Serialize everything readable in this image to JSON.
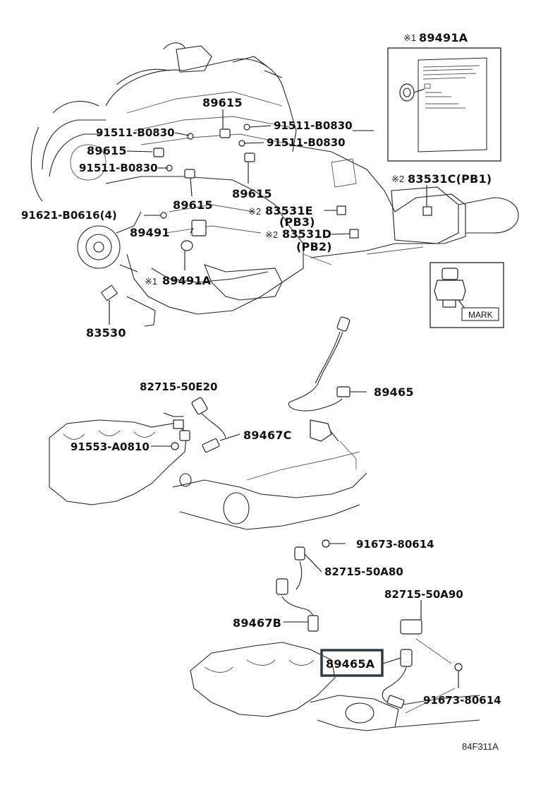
{
  "callouts": {
    "c89491A_box": "89491A",
    "c83531C": "83531C(PB1)",
    "c89615_a": "89615",
    "c91511_a": "91511-B0830",
    "c91511_b": "91511-B0830",
    "c91511_c": "91511-B0830",
    "c91511_d": "91511-B0830",
    "c89615_b": "89615",
    "c89615_c": "89615",
    "c89615_d": "89615",
    "c83531E": "83531E",
    "c83531E_sub": "(PB3)",
    "c83531D": "83531D",
    "c83531D_sub": "(PB2)",
    "c91621": "91621-B0616(4)",
    "c89491": "89491",
    "c89491A": "89491A",
    "c83530": "83530",
    "c82715_E20": "82715-50E20",
    "c89465": "89465",
    "c89467C": "89467C",
    "c91553": "91553-A0810",
    "c91673_a": "91673-80614",
    "c82715_A80": "82715-50A80",
    "c82715_A90": "82715-50A90",
    "c89467B": "89467B",
    "c89465A": "89465A",
    "c91673_b": "91673-80614"
  },
  "note_marks": {
    "m1": "※1",
    "m2": "※2"
  },
  "mark_label": "MARK",
  "diagram_ref": "84F311A",
  "highlight_color": "#2f3b44"
}
